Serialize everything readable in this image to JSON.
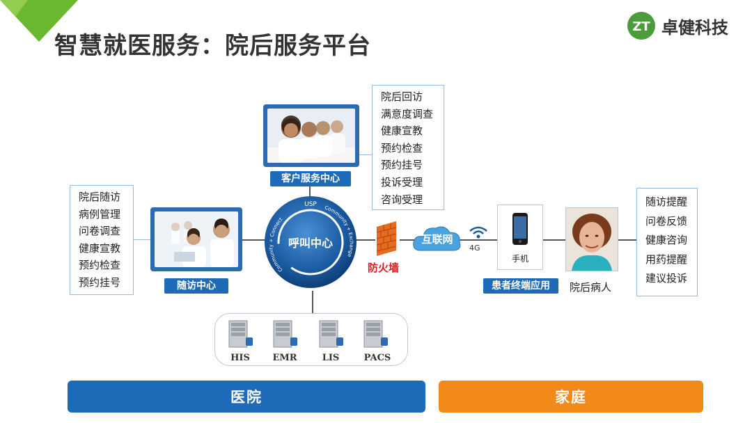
{
  "header": {
    "title": "智慧就医服务：院后服务平台",
    "brand": "卓健科技",
    "colors": {
      "corner": "#6ab82e",
      "brand_logo": "#4a9c3c"
    }
  },
  "customer_service": {
    "label": "客户服务中心",
    "services": [
      "院后回访",
      "满意度调查",
      "健康宣教",
      "预约检查",
      "预约挂号",
      "投诉受理",
      "咨询受理"
    ]
  },
  "followup": {
    "label": "随访中心",
    "items": [
      "院后随访",
      "病例管理",
      "问卷调查",
      "健康宣教",
      "预约检查",
      "预约挂号"
    ]
  },
  "hub": {
    "center": "呼叫中心",
    "top_text": "USP",
    "left_text": "Community + Connect",
    "right_text": "Community + Exchange"
  },
  "firewall": {
    "label": "防火墙"
  },
  "internet": {
    "label": "互联网",
    "signal": "4G"
  },
  "patient_terminal": {
    "label": "患者终端应用",
    "device": "手机"
  },
  "patient": {
    "label": "院后病人",
    "items": [
      "随访提醒",
      "问卷反馈",
      "健康咨询",
      "用药提醒",
      "建议投诉"
    ]
  },
  "systems": [
    "HIS",
    "EMR",
    "LIS",
    "PACS"
  ],
  "bars": {
    "hospital": "医院",
    "home": "家庭",
    "colors": {
      "hospital": "#1d6ab8",
      "home": "#f28a1a"
    }
  }
}
